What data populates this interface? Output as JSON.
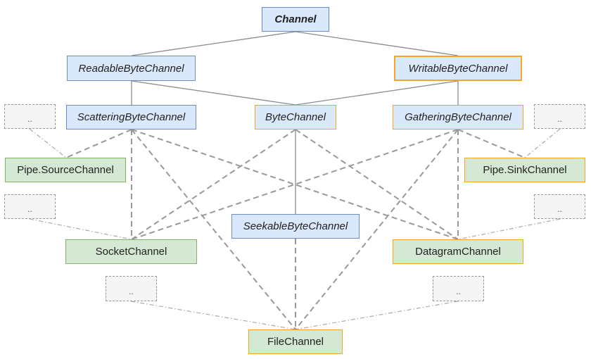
{
  "nodes": {
    "channel": "Channel",
    "readable": "ReadableByteChannel",
    "writable": "WritableByteChannel",
    "scattering": "ScatteringByteChannel",
    "bytechannel": "ByteChannel",
    "gathering": "GatheringByteChannel",
    "pipe_source": "Pipe.SourceChannel",
    "pipe_sink": "Pipe.SinkChannel",
    "seekable": "SeekableByteChannel",
    "socket": "SocketChannel",
    "datagram": "DatagramChannel",
    "file": "FileChannel"
  },
  "more_label": "..",
  "colors": {
    "interface_fill": "#dae8fc",
    "interface_border": "#6c8ebf",
    "class_fill": "#d5e8d4",
    "class_border": "#82b366",
    "highlight_border": "#f5a623",
    "placeholder_fill": "#f5f5f5"
  }
}
